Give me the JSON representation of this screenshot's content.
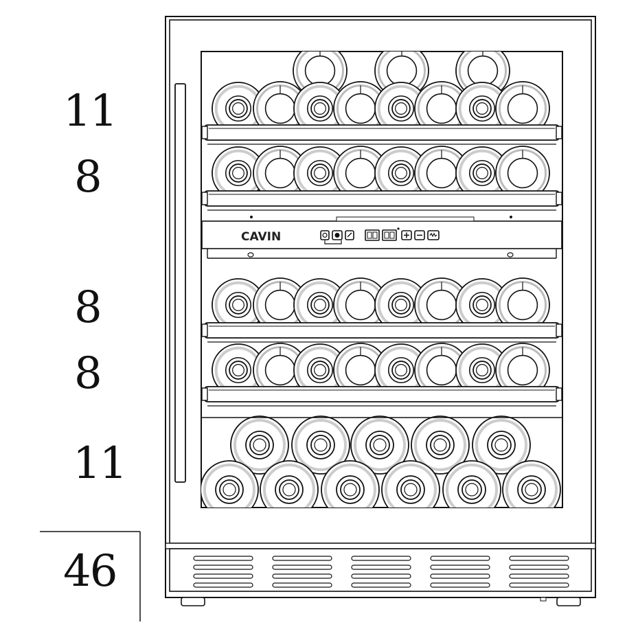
{
  "counts": {
    "row1": "11",
    "row2": "8",
    "row3": "8",
    "row4": "8",
    "row5": "11",
    "total": "46"
  },
  "brand": "CAVIN",
  "colors": {
    "line": "#111111",
    "background": "#ffffff",
    "bottle_shadow": "#cccccc"
  }
}
